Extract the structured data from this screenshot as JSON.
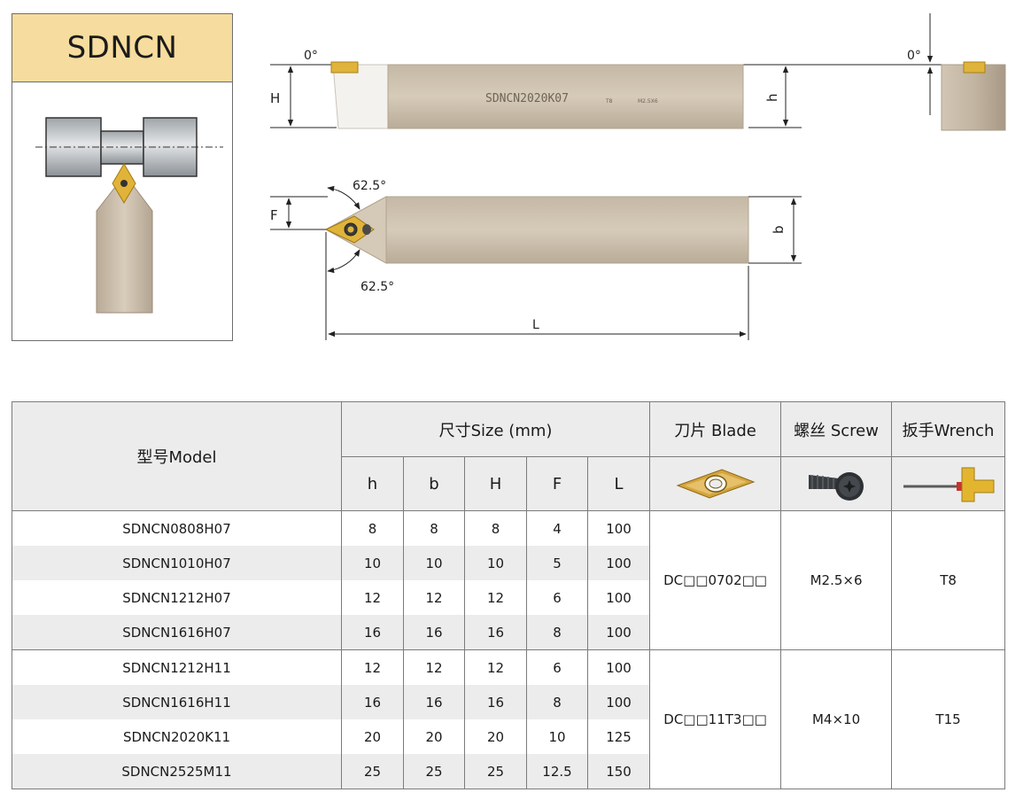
{
  "card": {
    "title": "SDNCN"
  },
  "drawing": {
    "top_view": {
      "angle_left": "0°",
      "angle_right": "0°",
      "dim_H": "H",
      "dim_h": "h",
      "engraving": "SDNCN2020K07",
      "engraving_small_1": "T8",
      "engraving_small_2": "M2.5X6"
    },
    "plan_view": {
      "angle_top": "62.5°",
      "angle_bottom": "62.5°",
      "dim_F": "F",
      "dim_b": "b",
      "dim_L": "L"
    }
  },
  "table": {
    "headers": {
      "model": "型号Model",
      "size": "尺寸Size (mm)",
      "blade": "刀片 Blade",
      "screw": "螺丝 Screw",
      "wrench": "扳手Wrench",
      "cols": [
        "h",
        "b",
        "H",
        "F",
        "L"
      ]
    },
    "groups": [
      {
        "blade": "DC□□0702□□",
        "screw": "M2.5×6",
        "wrench": "T8",
        "rows": [
          {
            "model": "SDNCN0808H07",
            "h": "8",
            "b": "8",
            "H": "8",
            "F": "4",
            "L": "100"
          },
          {
            "model": "SDNCN1010H07",
            "h": "10",
            "b": "10",
            "H": "10",
            "F": "5",
            "L": "100"
          },
          {
            "model": "SDNCN1212H07",
            "h": "12",
            "b": "12",
            "H": "12",
            "F": "6",
            "L": "100"
          },
          {
            "model": "SDNCN1616H07",
            "h": "16",
            "b": "16",
            "H": "16",
            "F": "8",
            "L": "100"
          }
        ]
      },
      {
        "blade": "DC□□11T3□□",
        "screw": "M4×10",
        "wrench": "T15",
        "rows": [
          {
            "model": "SDNCN1212H11",
            "h": "12",
            "b": "12",
            "H": "12",
            "F": "6",
            "L": "100"
          },
          {
            "model": "SDNCN1616H11",
            "h": "16",
            "b": "16",
            "H": "16",
            "F": "8",
            "L": "100"
          },
          {
            "model": "SDNCN2020K11",
            "h": "20",
            "b": "20",
            "H": "20",
            "F": "10",
            "L": "125"
          },
          {
            "model": "SDNCN2525M11",
            "h": "25",
            "b": "25",
            "H": "25",
            "F": "12.5",
            "L": "150"
          }
        ]
      }
    ]
  },
  "colors": {
    "card_title_bg": "#f6dc9e",
    "tool_body": "#c9bcaa",
    "insert_gold": "#e0b43a",
    "header_bg": "#ececec",
    "border": "#7b7b7b"
  }
}
